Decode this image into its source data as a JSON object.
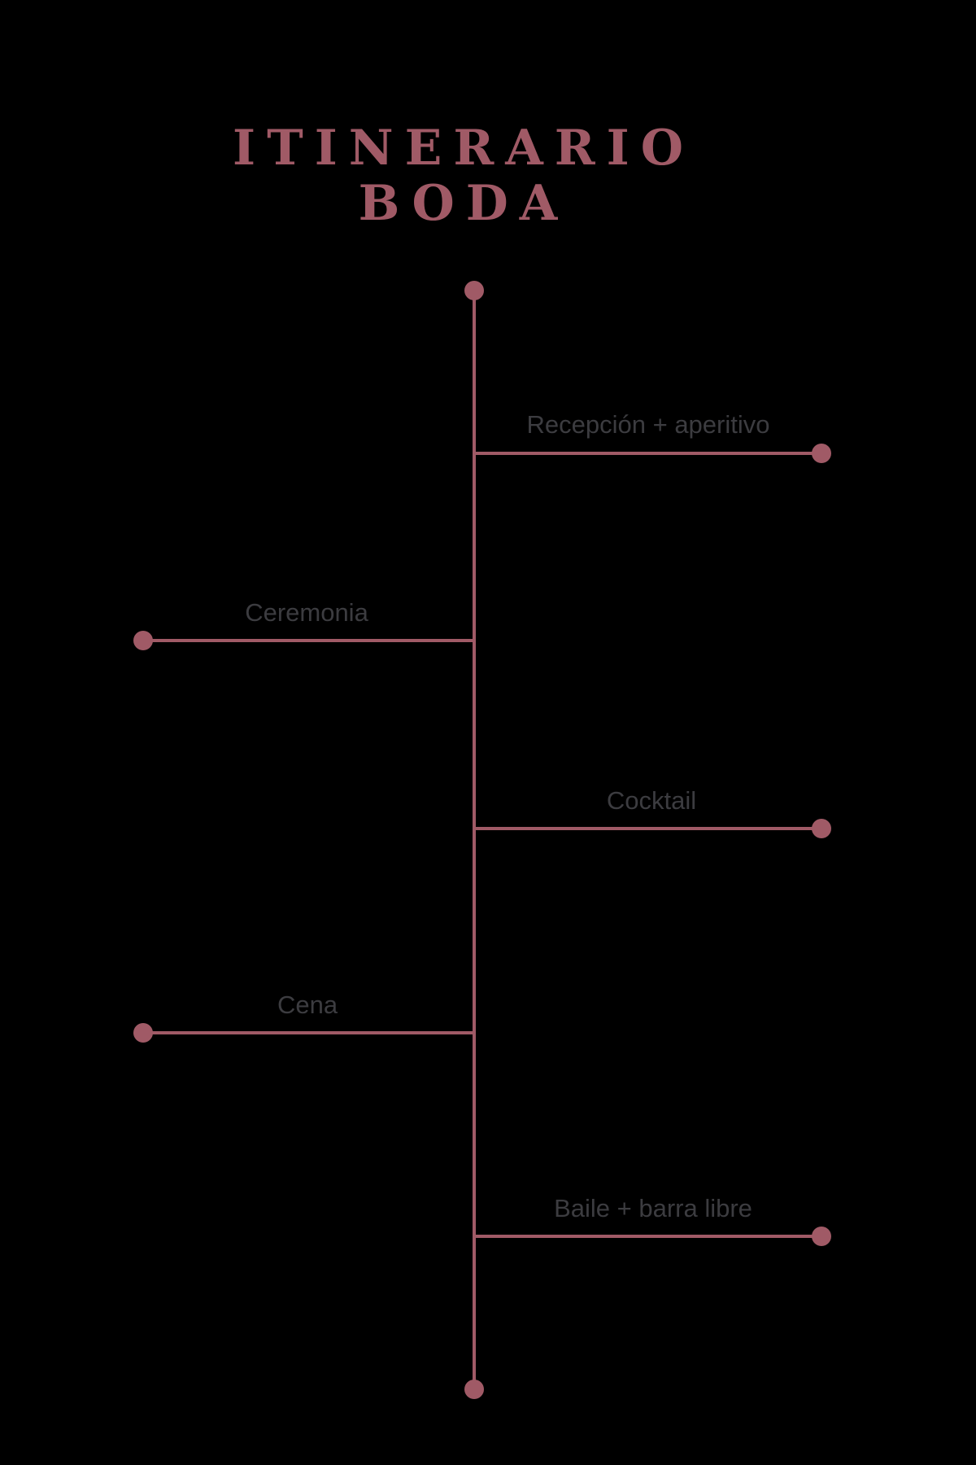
{
  "title": {
    "line1": "ITINERARIO",
    "line2": "BODA"
  },
  "colors": {
    "background": "#000000",
    "accent": "#A05A66",
    "label_text": "#3C3C40"
  },
  "timeline": {
    "events": [
      {
        "label": "Recepción + aperitivo",
        "side": "right"
      },
      {
        "label": "Ceremonia",
        "side": "left"
      },
      {
        "label": "Cocktail",
        "side": "right"
      },
      {
        "label": "Cena",
        "side": "left"
      },
      {
        "label": "Baile + barra libre",
        "side": "right"
      }
    ]
  }
}
